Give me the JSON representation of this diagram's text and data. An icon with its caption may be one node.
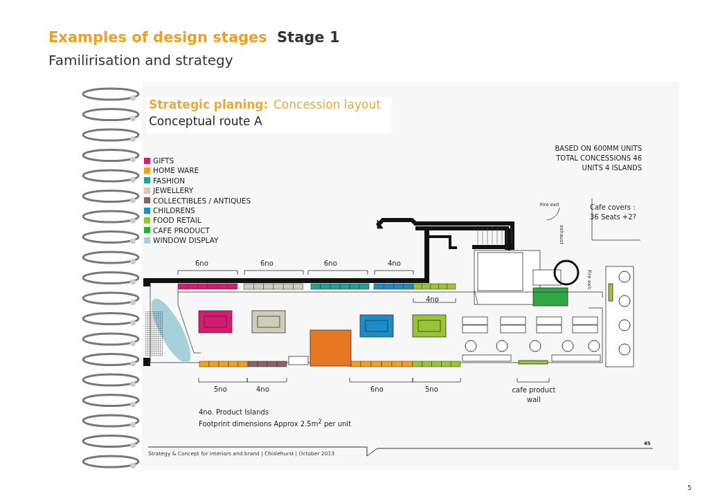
{
  "diagram": {
    "title": "Examples of design stages",
    "labels": [
      "Stage 1",
      "Familirisation and strategy",
      "Strategic planing:",
      "Concession layout",
      "Conceptual route A",
      "BASED ON 600MM UNITS TOTAL CONCESSIONS 46 UNITS 4 ISLANDS",
      "Fire exit",
      "Cafe covers : 36 Seats +2?",
      "6no",
      "6no",
      "6no",
      "4no",
      "exhaust",
      "Fire exit",
      "4no",
      "5no",
      "4no",
      "6no",
      "5no",
      "cafe product wall",
      "4no. Product Islands",
      "Footprint dimensions Approx 2.5m$^{2}$ per unit",
      "45",
      "Strategy & Concept for interiors and brand | Chislehurst | October 2013",
      "5"
    ],
    "legend": [
      {
        "text": "GIFTS",
        "color": "#d81b72"
      },
      {
        "text": "HOME WARE",
        "color": "#f29f1c"
      },
      {
        "text": "FASHION",
        "color": "#1ba39a"
      },
      {
        "text": "JEWELLERY",
        "color": "#cfcdb8"
      },
      {
        "text": "COLLECTIBLES / ANTIQUES",
        "color": "#8a6362"
      },
      {
        "text": "CHILDRENS",
        "color": "#1b8ccb"
      },
      {
        "text": "FOOD RETAIL",
        "color": "#98c535"
      },
      {
        "text": "CAFE PRODUCT",
        "color": "#2ea845"
      },
      {
        "text": "WINDOW DISPLAY",
        "color": "#a6d0da"
      }
    ]
  }
}
